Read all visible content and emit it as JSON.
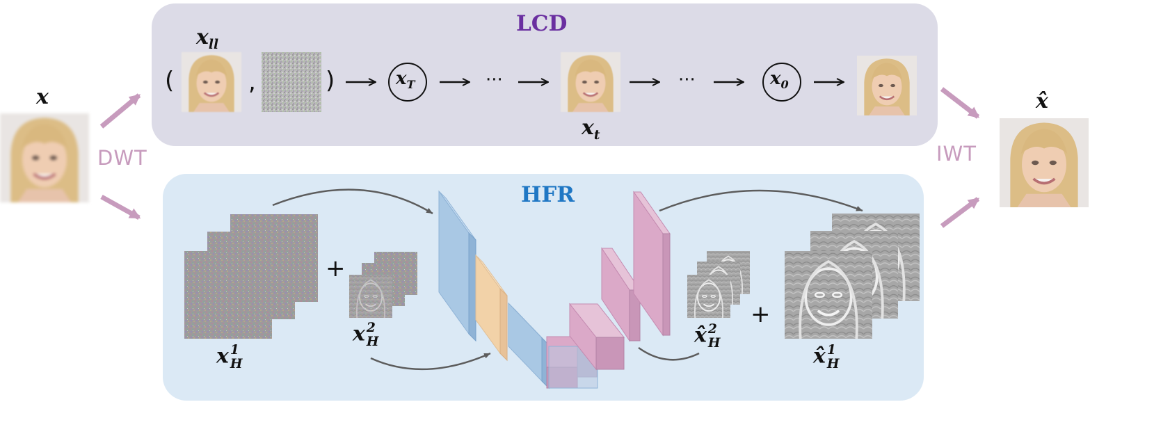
{
  "panels": {
    "lcd": {
      "title": "LCD",
      "title_color": "#6a2fa0",
      "fill": "#dcdbe7"
    },
    "hfr": {
      "title": "HFR",
      "title_color": "#1f77c4",
      "fill": "#dbe9f5"
    }
  },
  "transforms": {
    "dwt": "DWT",
    "iwt": "IWT",
    "arrow_color": "#c79bbd"
  },
  "labels": {
    "input": "x",
    "output": "x̂",
    "x_ll_base": "x",
    "x_ll_sub": "ll",
    "x_T_base": "x",
    "x_T_sub": "T",
    "x_0_base": "x",
    "x_0_sub": "0",
    "x_t_base": "x",
    "x_t_sub": "t",
    "xH1_base": "x",
    "xH1_sup": "1",
    "xH1_sub": "H",
    "xH2_base": "x",
    "xH2_sup": "2",
    "xH2_sub": "H",
    "xhatH2_base": "x̂",
    "xhatH2_sup": "2",
    "xhatH2_sub": "H",
    "xhatH1_base": "x̂",
    "xhatH1_sup": "1",
    "xhatH1_sub": "H"
  },
  "symbols": {
    "open_paren": "(",
    "comma": ",",
    "close_paren": ")",
    "ellipsis": "···",
    "plus": "+"
  },
  "colors": {
    "unet_blue": "#a9c8e4",
    "unet_orange": "#f2d2a8",
    "unet_pink": "#dba9c8",
    "face_skin": "#efcfb6",
    "face_hair": "#e2c48e",
    "noise": "#b8b8b8"
  },
  "icons": {
    "face": "face-thumbnail-icon",
    "noise": "noise-patch-icon"
  }
}
